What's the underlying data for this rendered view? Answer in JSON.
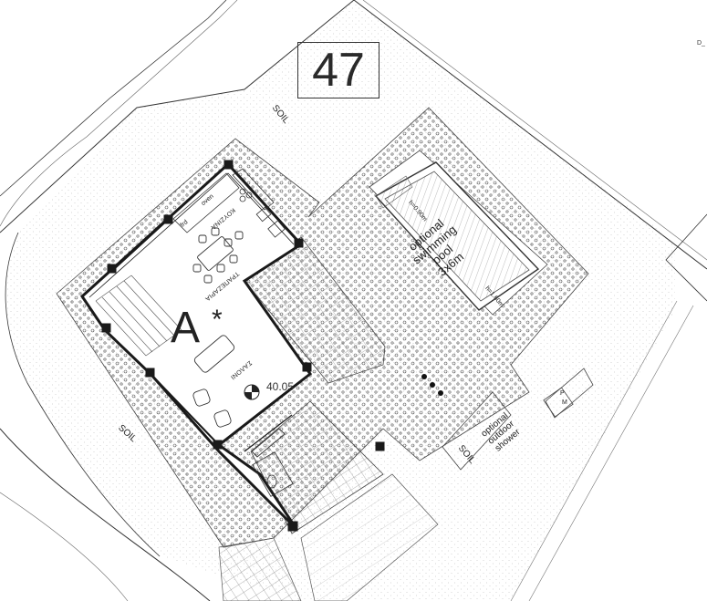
{
  "plot_number": "47",
  "labels": {
    "soil_top": "SOIL",
    "soil_left": "SOIL",
    "soil_right": "SOIL",
    "unit": "A",
    "unit_mark": "*",
    "kitchen": "ΚΟΥΖΙΝΑ",
    "dining": "ΤΡΑΠΕΖΑΡΙΑ",
    "living": "ΣΑΛΟΝΙ",
    "level": "40.05",
    "pool_line1": "optional",
    "pool_line2": "swimming",
    "pool_line3": "pool",
    "pool_line4": "3x6m",
    "depth_shallow": "h=0.90m",
    "depth_deep": "h=1.60m",
    "shower_line1": "optional",
    "shower_line2": "outdoor",
    "shower_line3": "shower",
    "meter_p": "P",
    "meter_m": "M",
    "corner_tag": "D_",
    "fridge": "frd",
    "oven": "oven"
  },
  "colors": {
    "line": "#222222",
    "light_line": "#777777",
    "wall": "#1a1a1a"
  }
}
